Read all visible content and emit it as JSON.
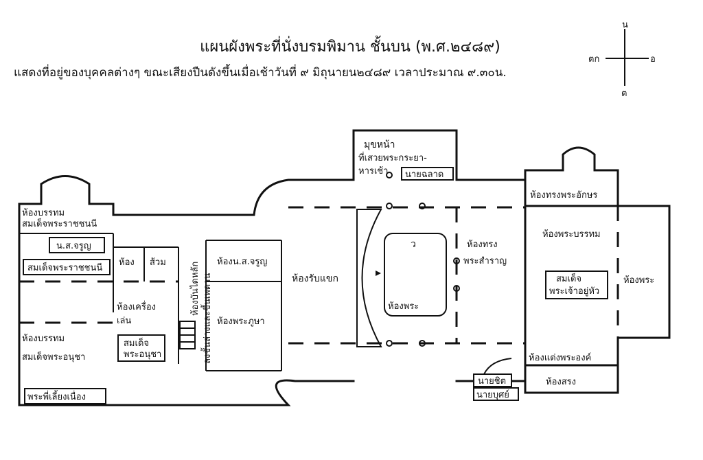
{
  "title": "แผนผังพระที่นั่งบรมพิมาน ชั้นบน (พ.ศ.๒๔๘๙)",
  "subtitle": "แสดงที่อยู่ของบุคคลต่างๆ ขณะเสียงปืนดังขึ้นเมื่อเช้าวันที่ ๙ มิถุนายน๒๔๘๙ เวลาประมาณ ๙.๓๐น.",
  "compass": {
    "north": "น",
    "east": "อ",
    "south": "ต",
    "west": "ตก"
  },
  "rooms": {
    "bed_queen_mother": [
      "ห้องบรรทม",
      "สมเด็จพระราชชนนี"
    ],
    "room": "ห้อง",
    "toilet": "ส้วม",
    "instrument_room": [
      "ห้องเครื่อง",
      "เล่น"
    ],
    "princess_bedroom": [
      "ห้องบรรทม",
      "สมเด็จพระอนุชา"
    ],
    "attendant_room": "ห้องน.ส.จรูญ",
    "stair_corridor": [
      "ห้องบันไดหลัก",
      "ลงชั้นล่างและขึ้นเพดาน"
    ],
    "worship_room": "ห้องพระภูษา",
    "reception": "ห้องรับแขก",
    "entrance": [
      "มุขหน้า",
      "ที่เสวยพระกระยา-",
      "หารเช้า"
    ],
    "hall_center": "ห้องพระ",
    "music_room": [
      "ห้องทรง",
      "พระสำราญ"
    ],
    "changing_room": "ห้องทรงพระอักษร",
    "king_bedroom": "ห้องพระบรรทม",
    "shrine": "ห้องพระ",
    "dressing_room": "ห้องแต่งพระองค์",
    "bath": "ห้องสรง"
  },
  "people": {
    "ns_charoon": "น.ส.จรูญ",
    "queen_mother": "สมเด็จพระราชชนนี",
    "prince_anucha": [
      "สมเด็จ",
      "พระอนุชา"
    ],
    "nanny": "พระพี่เลี้ยงเนื่อง",
    "nai_chalieo": "นายฉลาด",
    "king": [
      "สมเด็จ",
      "พระเจ้าอยู่หัว"
    ],
    "nai_chit": "นายชิต",
    "nai_but": "นายบุศย์",
    "center_vertical": "ว"
  }
}
